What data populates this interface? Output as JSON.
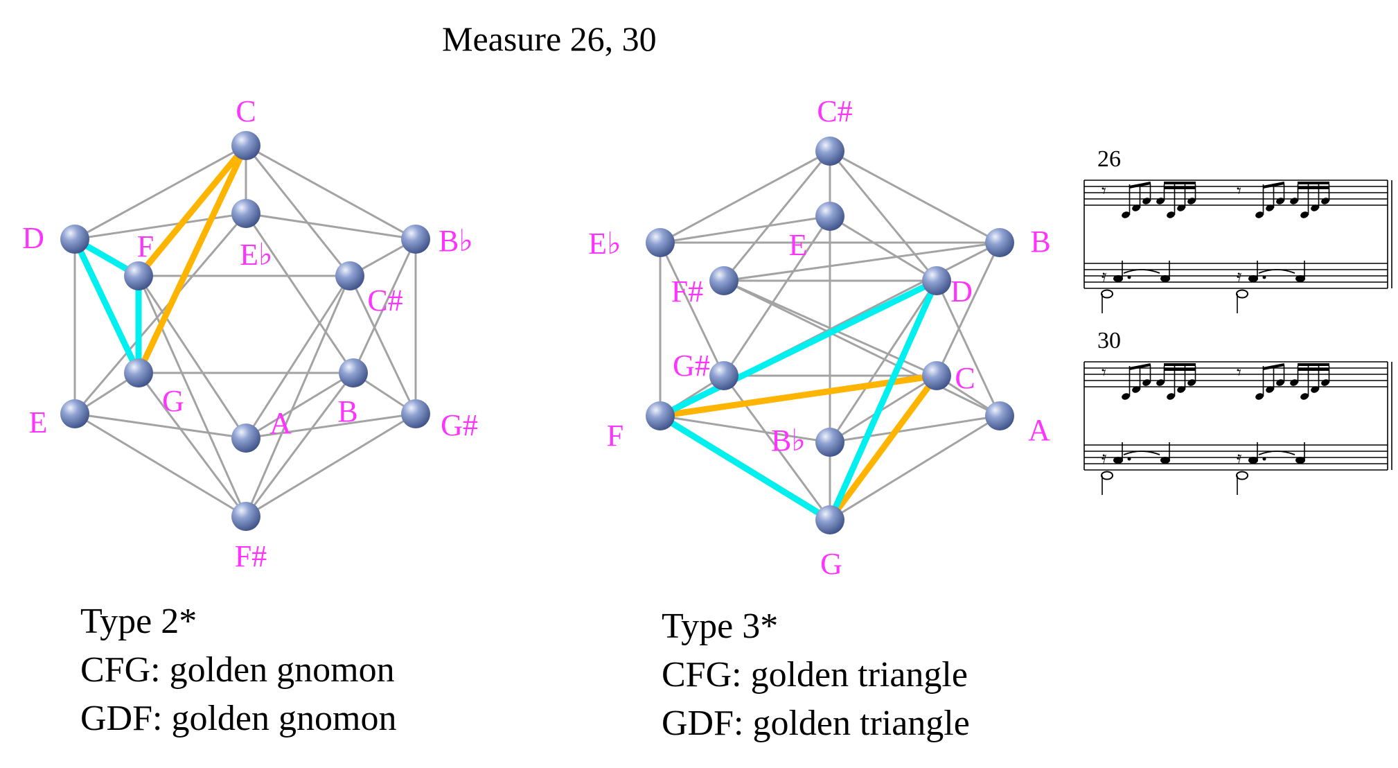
{
  "title": "Measure 26, 30",
  "colors": {
    "label": "#ff33ff",
    "edge": "#a3a3a3",
    "cyan": "#00f0f0",
    "gold": "#ffb400",
    "node": "#6f86bf"
  },
  "left": {
    "labels": [
      "C",
      "D",
      "F",
      "E♭",
      "B♭",
      "C#",
      "G",
      "B",
      "E",
      "A",
      "G#",
      "F#"
    ],
    "caption": [
      "Type 2*",
      "CFG: golden gnomon",
      "GDF: golden gnomon"
    ],
    "triangles": [
      {
        "name": "CFG",
        "color": "gold",
        "vertices": [
          "C",
          "F",
          "G"
        ]
      },
      {
        "name": "GDF",
        "color": "cyan",
        "vertices": [
          "G",
          "D",
          "F"
        ]
      }
    ]
  },
  "right": {
    "labels": [
      "C#",
      "E♭",
      "E",
      "B",
      "F#",
      "D",
      "G#",
      "C",
      "F",
      "B♭",
      "A",
      "G"
    ],
    "caption": [
      "Type 3*",
      "CFG: golden triangle",
      "GDF: golden triangle"
    ],
    "triangles": [
      {
        "name": "CFG",
        "color": "gold",
        "vertices": [
          "C",
          "F",
          "G"
        ]
      },
      {
        "name": "GDF",
        "color": "cyan",
        "vertices": [
          "G",
          "D",
          "F"
        ]
      }
    ]
  },
  "score": {
    "measures": [
      "26",
      "30"
    ]
  }
}
